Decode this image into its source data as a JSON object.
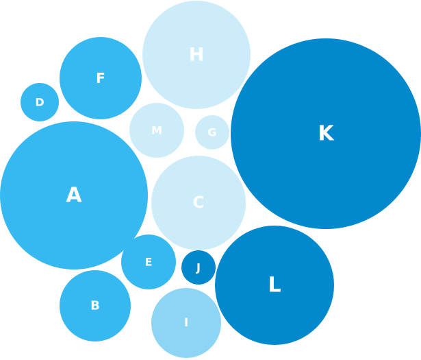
{
  "chart_data": {
    "type": "bubble",
    "title": "",
    "bubbles": [
      {
        "label": "A",
        "color": "#36b8f0"
      },
      {
        "label": "B",
        "color": "#36b8f0"
      },
      {
        "label": "C",
        "color": "#cdecfa"
      },
      {
        "label": "D",
        "color": "#36b8f0"
      },
      {
        "label": "E",
        "color": "#36b8f0"
      },
      {
        "label": "F",
        "color": "#36b8f0"
      },
      {
        "label": "G",
        "color": "#cdecfa"
      },
      {
        "label": "H",
        "color": "#cdecfa"
      },
      {
        "label": "I",
        "color": "#8dd5f5"
      },
      {
        "label": "J",
        "color": "#0289cd"
      },
      {
        "label": "K",
        "color": "#0289cd"
      },
      {
        "label": "L",
        "color": "#0289cd"
      },
      {
        "label": "M",
        "color": "#cdecfa"
      }
    ]
  }
}
